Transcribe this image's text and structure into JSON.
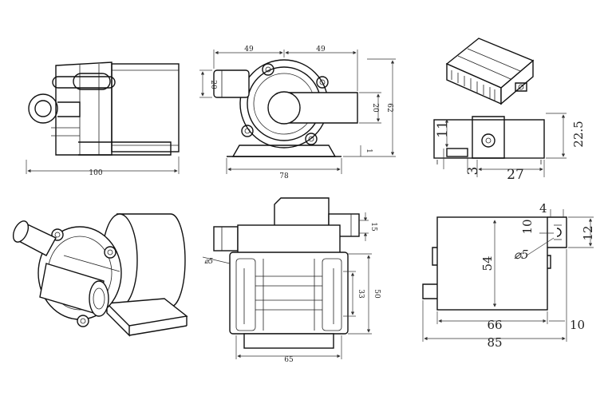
{
  "views": {
    "side_top": {
      "dims": {
        "length": "100"
      }
    },
    "front_top": {
      "dims": {
        "left_half": "49",
        "right_half": "49",
        "inlet": "20",
        "outlet": "20",
        "height": "62",
        "base_foot": "1",
        "base_width": "78"
      }
    },
    "connector_side": {
      "dims": {
        "height": "22.5",
        "tab": "11",
        "slot": "3",
        "width": "27"
      }
    },
    "top_plan": {
      "dims": {
        "outlet": "15",
        "hole": "⌀5",
        "inner_height": "33",
        "height": "50",
        "width": "65"
      }
    },
    "bracket": {
      "dims": {
        "slot_w": "4",
        "slot_d": "10",
        "tab_h": "12",
        "height": "54",
        "hole": "⌀5",
        "width": "66",
        "overall": "85",
        "ext": "10"
      }
    }
  },
  "colors": {
    "line": "#111111",
    "background": "#ffffff"
  }
}
